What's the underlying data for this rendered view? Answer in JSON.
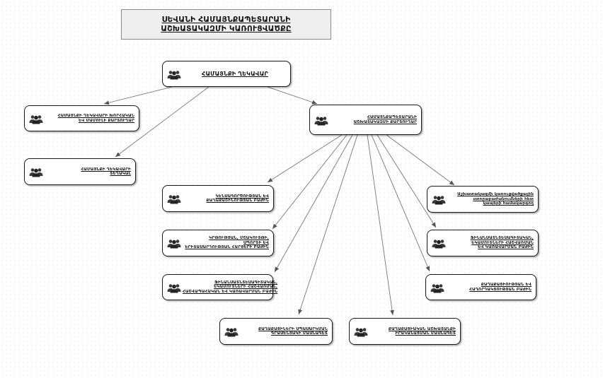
{
  "title": [
    "ՍԵՎԱՆԻ ՀԱՄԱՅՆՔԱՊԵՏԱՐԱՆԻ",
    "ԱՇԽԱՏԱԿԱԶՄԻ ԿԱՌՈՒՑՎԱԾՔԸ"
  ],
  "icon": "people-group-icon",
  "nodes": [
    {
      "id": "head",
      "lines": [
        "ՀԱՄԱՅՆՔԻ ՂԵԿԱՎԱՐ"
      ]
    },
    {
      "id": "advisor",
      "lines": [
        "ՀԱՄԱՅՆՔԻ ՂԵԿԱՎԱՐԻ ԽՈՐՀԱԿԱՆ",
        "ԵՎ ՄԱՄՈՒԼԻ ՔԱՐՏՈՒՂԱՐ"
      ]
    },
    {
      "id": "deputy",
      "lines": [
        "ՀԱՄԱՅՆՔԻ ՂԵԿԱՎԱՐԻ",
        "ՏԵՂԱԿԱԼ"
      ]
    },
    {
      "id": "secretary",
      "lines": [
        "ՀԱՄԱՅՆՔԱՊԵՏԱՐԱՆԻ",
        "ԱՇԽԱՏԱԿԱԶՄԻ ՔԱՐՏՈՒՂԱՐ"
      ]
    },
    {
      "id": "dept-1",
      "lines": [
        "ԿԵՆՍԱԳՈՐԾՈՒԹՅԱՆ ԵՎ",
        "ՔԱՂԱՔԱՇԻՆՈՒԹՅԱՆ ԲԱԺԻՆ"
      ]
    },
    {
      "id": "dept-2",
      "lines": [
        "ԿՐԹՈՒԹՅԱՆ, ՄՇԱԿՈՒՅԹԻ,",
        "ՍՊՈՐՏԻ ԵՎ",
        "ԵՐԻՏԱՍԱՐԴՈՒԹՅԱՆ ՀԱՐՑԵՐԻ ԲԱԺԻՆ"
      ]
    },
    {
      "id": "dept-3",
      "lines": [
        "ՖԻՆԱՆՍԱՏՆՏԵՍԱԳԻՏԱԿԱՆ,",
        "ԵԿԱՄՈՒՏՆԵՐԻ ՀԱՇՎԱՌՄԱՆ,",
        "ՀԱՇՎԱՊԱՀԱԿԱՆ ԵՎ ԿԱՌԱՎԱՐՄԱՆ ԲԱԺԻՆ"
      ]
    },
    {
      "id": "dept-4",
      "lines": [
        "ՔԱՂԱՔԱՑԻՆԵՐԻ ՍՊԱՍԱՐԿՄԱՆ",
        "ԳՐԱՍԵՆՅԱԿԻ ՄԱՍՆԱԳԵՏ"
      ]
    },
    {
      "id": "dept-5",
      "lines": [
        "ՔԱՂԱՔԱՑԻԱԿԱՆ ԱՇԽԱՏԱՆՔԻ",
        "ԻՐԱԿԱՆԱՑՄԱՆ ՄԱՍՆԱԳԵՏ"
      ]
    },
    {
      "id": "dept-6",
      "lines": [
        "Աշխատակազմի կառուցվածքային",
        "ստորաբաժանումների հետ",
        "կապերի համակարգող"
      ]
    },
    {
      "id": "dept-7",
      "lines": [
        "ՖԻՆԱՆՍԱՏՆՏԵՍԱԳԻՏԱԿԱՆ,",
        "ԵԿԱՄՈՒՏՆԵՐԻ ՀԱՇՎԱՌՄԱՆ",
        "ԵՎ ԿԱՌԱՎԱՐՄԱՆ ԲԱԺԻՆ"
      ]
    },
    {
      "id": "dept-8",
      "lines": [
        "ՔԱՂԱՔԱՑԻՈՒԹՅԱՆ ԵՎ",
        "ՀԱՂՈՐԴԱԿՑՈՒԹՅԱՆ ԲԱԺԻՆ"
      ]
    }
  ],
  "edges": [
    [
      "head",
      "advisor"
    ],
    [
      "head",
      "deputy"
    ],
    [
      "head",
      "secretary"
    ],
    [
      "secretary",
      "dept-1"
    ],
    [
      "secretary",
      "dept-2"
    ],
    [
      "secretary",
      "dept-3"
    ],
    [
      "secretary",
      "dept-4"
    ],
    [
      "secretary",
      "dept-5"
    ],
    [
      "secretary",
      "dept-6"
    ],
    [
      "secretary",
      "dept-7"
    ],
    [
      "secretary",
      "dept-8"
    ]
  ]
}
